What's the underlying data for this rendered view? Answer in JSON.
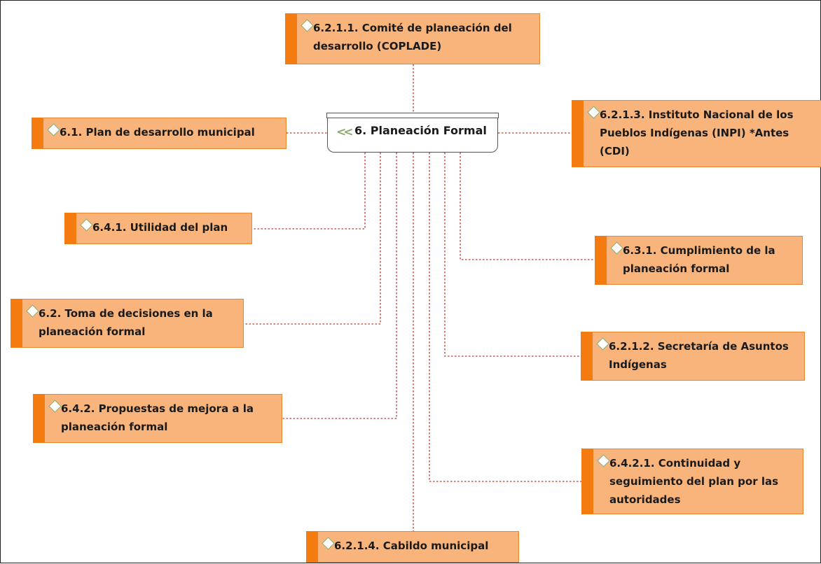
{
  "diagram": {
    "central": {
      "label": "6. Planeación Formal"
    },
    "nodes": [
      {
        "id": "n6211",
        "label": "6.2.1.1. Comité de planeación del\ndesarrollo (COPLADE)"
      },
      {
        "id": "n61",
        "label": "6.1. Plan de desarrollo municipal"
      },
      {
        "id": "n6213",
        "label": "6.2.1.3.  Instituto Nacional de los\nPueblos Indígenas (INPI) *Antes\n(CDI)"
      },
      {
        "id": "n641",
        "label": "6.4.1. Utilidad del plan"
      },
      {
        "id": "n631",
        "label": "6.3.1. Cumplimiento de la\nplaneación formal"
      },
      {
        "id": "n62",
        "label": "6.2. Toma de decisiones en la\nplaneación formal"
      },
      {
        "id": "n6212",
        "label": "6.2.1.2.  Secretaría de Asuntos\nIndígenas"
      },
      {
        "id": "n642",
        "label": "6.4.2. Propuestas de mejora a la\nplaneación formal"
      },
      {
        "id": "n6421",
        "label": "6.4.2.1. Continuidad y\nseguimiento del plan por las\nautoridades"
      },
      {
        "id": "n6214",
        "label": "6.2.1.4.  Cabildo municipal"
      }
    ],
    "colors": {
      "node_fill": "#f9b47c",
      "node_bar": "#f37b10",
      "link": "#c0392b",
      "diamond": "#8ca86a"
    }
  }
}
